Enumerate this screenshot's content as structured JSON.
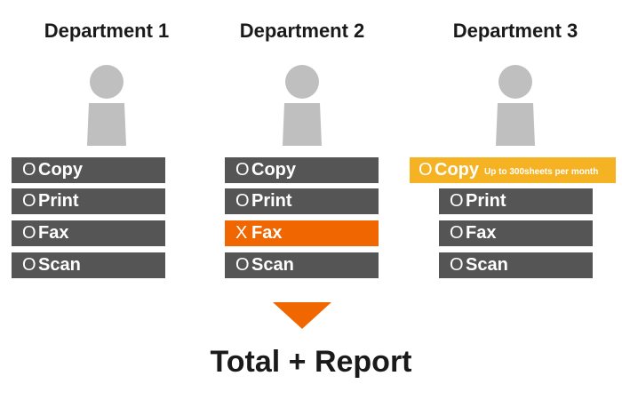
{
  "departments": [
    {
      "title": "Department 1",
      "items": [
        {
          "mark": "O",
          "label": "Copy"
        },
        {
          "mark": "O",
          "label": "Print"
        },
        {
          "mark": "O",
          "label": "Fax"
        },
        {
          "mark": "O",
          "label": "Scan"
        }
      ]
    },
    {
      "title": "Department 2",
      "items": [
        {
          "mark": "O",
          "label": "Copy"
        },
        {
          "mark": "O",
          "label": "Print"
        },
        {
          "mark": "X",
          "label": "Fax"
        },
        {
          "mark": "O",
          "label": "Scan"
        }
      ]
    },
    {
      "title": "Department 3",
      "items": [
        {
          "mark": "O",
          "label": "Copy",
          "note": "Up to 300sheets per month"
        },
        {
          "mark": "O",
          "label": "Print"
        },
        {
          "mark": "O",
          "label": "Fax"
        },
        {
          "mark": "O",
          "label": "Scan"
        }
      ]
    }
  ],
  "result_label": "Total + Report",
  "colors": {
    "row_default": "#555555",
    "row_denied": "#f06600",
    "row_limited": "#f5b324",
    "arrow": "#f06600",
    "person_icon": "#bfbfbf"
  }
}
